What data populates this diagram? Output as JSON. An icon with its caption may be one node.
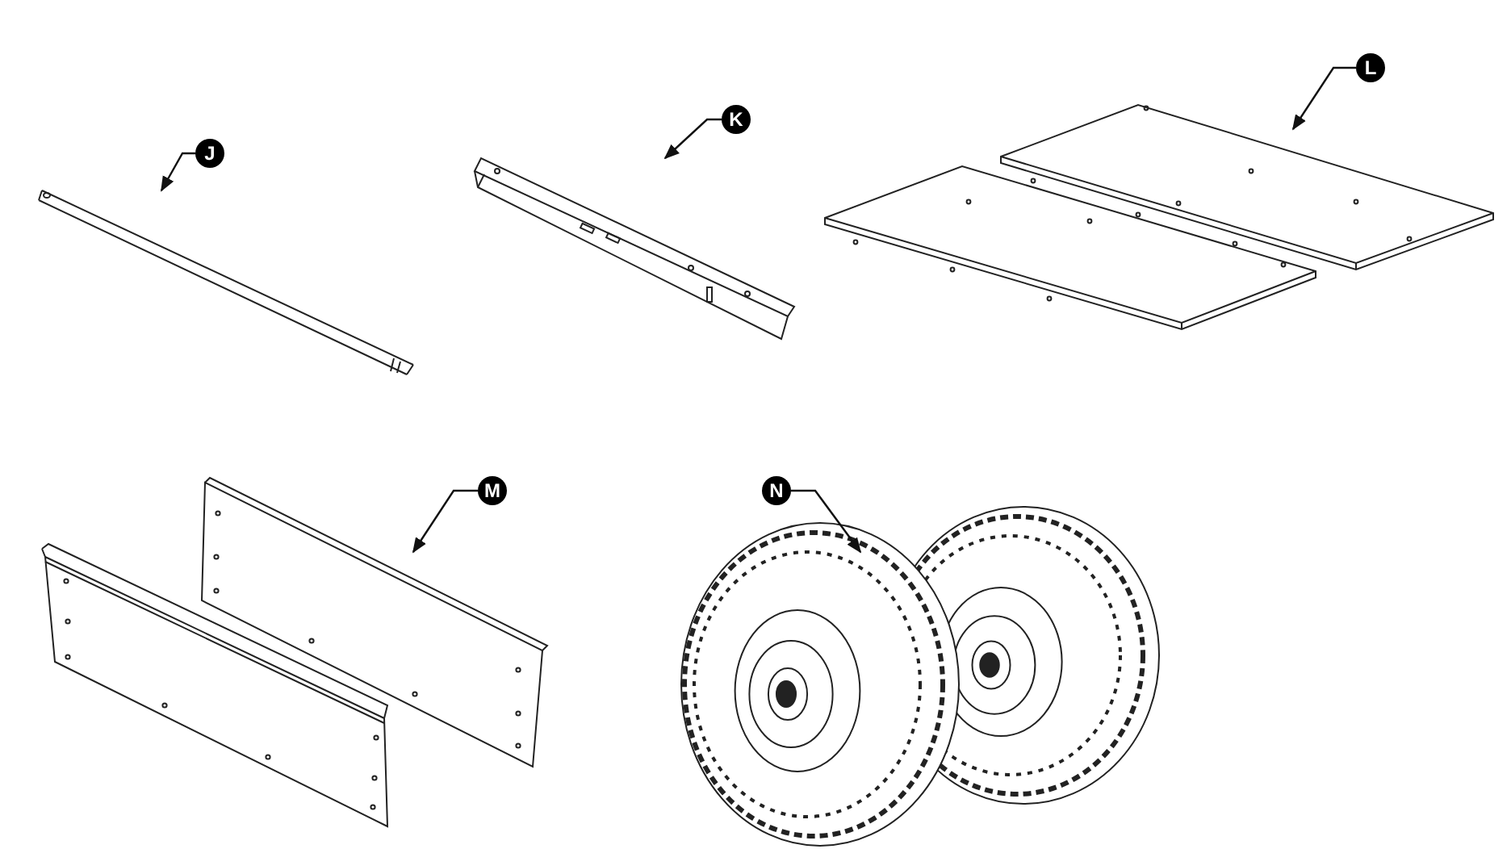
{
  "diagram": {
    "nodes": [
      {
        "text": [
          "J"
        ]
      },
      {
        "text": [],
        "shape": "picture"
      },
      {
        "text": [
          "K"
        ]
      },
      {
        "text": [],
        "shape": "picture"
      },
      {
        "text": [
          "L"
        ]
      },
      {
        "text": [],
        "shape": "picture"
      },
      {
        "text": [
          "M"
        ]
      },
      {
        "text": [],
        "shape": "picture"
      },
      {
        "text": [
          "N"
        ]
      },
      {
        "text": [],
        "shape": "picture"
      }
    ],
    "edges": [
      {
        "from": 0,
        "to": 1,
        "arrow": "to"
      },
      {
        "from": 2,
        "to": 3,
        "arrow": "to"
      },
      {
        "from": 4,
        "to": 5,
        "arrow": "to"
      },
      {
        "from": 6,
        "to": 7,
        "arrow": "to"
      },
      {
        "from": 8,
        "to": 9,
        "arrow": "to"
      }
    ]
  }
}
